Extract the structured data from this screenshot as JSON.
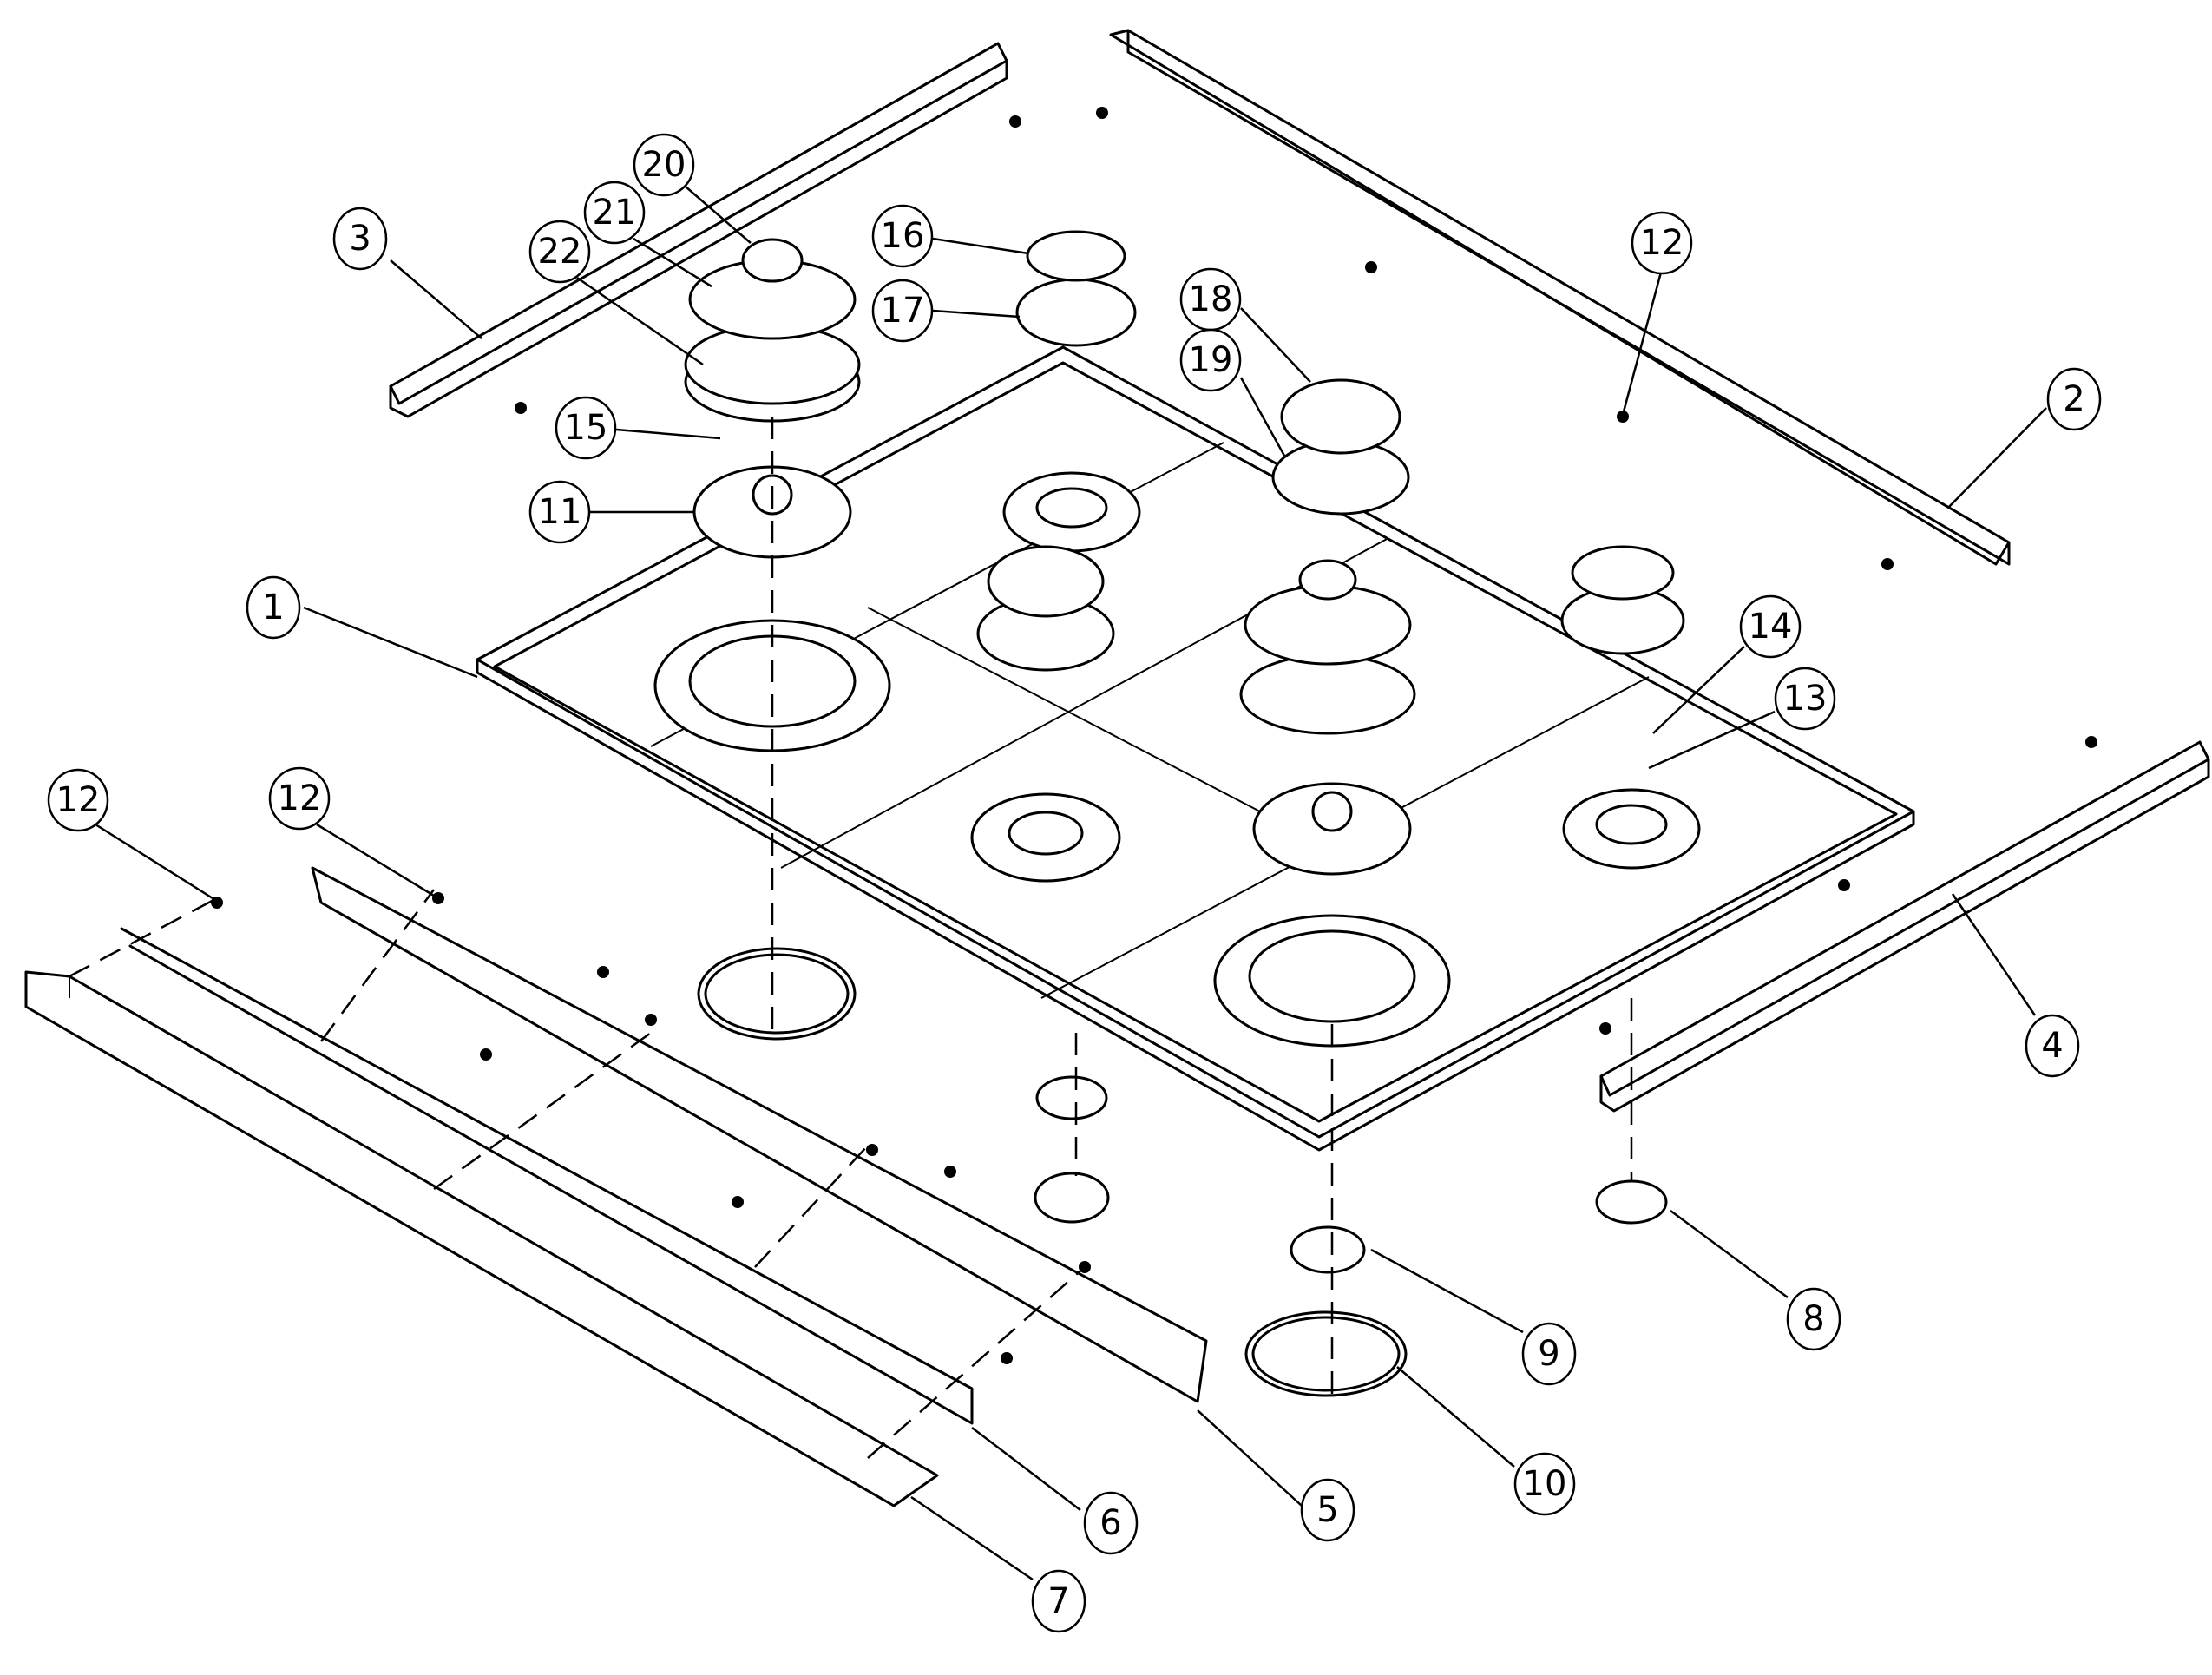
{
  "callouts": [
    {
      "id": "c1",
      "label": "1"
    },
    {
      "id": "c2",
      "label": "2"
    },
    {
      "id": "c3",
      "label": "3"
    },
    {
      "id": "c4",
      "label": "4"
    },
    {
      "id": "c5",
      "label": "5"
    },
    {
      "id": "c6",
      "label": "6"
    },
    {
      "id": "c7",
      "label": "7"
    },
    {
      "id": "c8",
      "label": "8"
    },
    {
      "id": "c9",
      "label": "9"
    },
    {
      "id": "c10",
      "label": "10"
    },
    {
      "id": "c11",
      "label": "11"
    },
    {
      "id": "c12a",
      "label": "12"
    },
    {
      "id": "c12b",
      "label": "12"
    },
    {
      "id": "c12c",
      "label": "12"
    },
    {
      "id": "c13",
      "label": "13"
    },
    {
      "id": "c14",
      "label": "14"
    },
    {
      "id": "c15",
      "label": "15"
    },
    {
      "id": "c16",
      "label": "16"
    },
    {
      "id": "c17",
      "label": "17"
    },
    {
      "id": "c18",
      "label": "18"
    },
    {
      "id": "c19",
      "label": "19"
    },
    {
      "id": "c20",
      "label": "20"
    },
    {
      "id": "c21",
      "label": "21"
    },
    {
      "id": "c22",
      "label": "22"
    }
  ]
}
